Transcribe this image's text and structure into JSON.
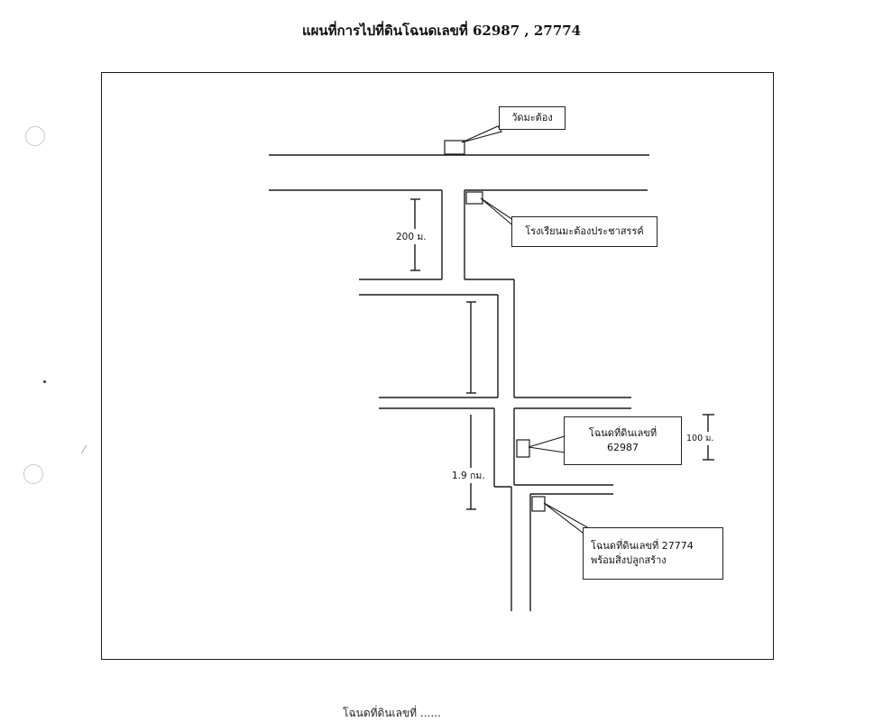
{
  "title": "แผนที่การไปที่ดินโฉนดเลขที่ 62987 , 27774",
  "landmarks": {
    "temple": "วัดมะต้อง",
    "school": "โรงเรียนมะต้องประชาสรรค์",
    "plot_62987": {
      "line1": "โฉนดที่ดินเลขที่",
      "line2": "62987"
    },
    "plot_27774": {
      "line1": "โฉนดที่ดินเลขที่ 27774",
      "line2": "พร้อมสิ่งปลูกสร้าง"
    }
  },
  "distances": {
    "school_segment": "200 ม.",
    "main_road_segment": "1.9 กม.",
    "plot_depth": "100 ม."
  },
  "footer": "โฉนดที่ดินเลขที่ ......",
  "colors": {
    "ink": "#111111",
    "paper": "#ffffff",
    "frame": "#1a1a1a"
  }
}
